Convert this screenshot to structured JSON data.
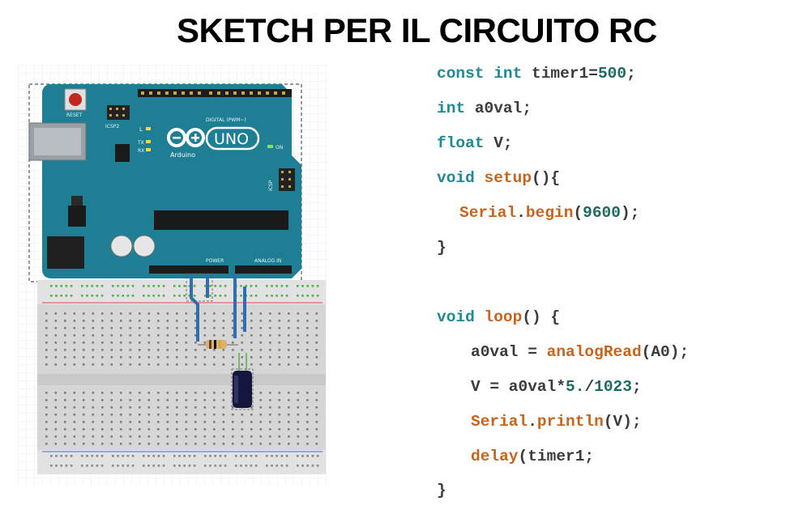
{
  "slide": {
    "title": "SKETCH PER IL CIRCUITO RC"
  },
  "figure": {
    "board": {
      "reset_label": "RESET",
      "icsp2_label": "ICSP2",
      "icsp_label": "ICSP",
      "digital_label": "DIGITAL (PWM~)",
      "l_label": "L",
      "tx_label": "TX",
      "rx_label": "RX",
      "uno_label": "UNO",
      "brand_label": "Arduino",
      "on_label": "ON",
      "power_label": "POWER",
      "analog_label": "ANALOG IN",
      "board_color": "#1d7e94",
      "breadboard_color": "#d6d6d6"
    }
  },
  "code": {
    "lines": [
      {
        "indent": 0,
        "tokens": [
          {
            "t": "const ",
            "c": "kw"
          },
          {
            "t": "int ",
            "c": "kw"
          },
          {
            "t": "timer1=",
            "c": "pl"
          },
          {
            "t": "500",
            "c": "num"
          },
          {
            "t": ";",
            "c": "pl"
          }
        ]
      },
      {
        "indent": 0,
        "tokens": [
          {
            "t": "int ",
            "c": "kw"
          },
          {
            "t": "a0val;",
            "c": "pl"
          }
        ]
      },
      {
        "indent": 0,
        "tokens": [
          {
            "t": "float ",
            "c": "kw"
          },
          {
            "t": "V;",
            "c": "pl"
          }
        ]
      },
      {
        "indent": 0,
        "tokens": [
          {
            "t": "void ",
            "c": "kw"
          },
          {
            "t": "setup",
            "c": "fn"
          },
          {
            "t": "(){",
            "c": "pl"
          }
        ]
      },
      {
        "indent": 2,
        "tokens": [
          {
            "t": "Serial",
            "c": "fn"
          },
          {
            "t": ".",
            "c": "pl"
          },
          {
            "t": "begin",
            "c": "fn"
          },
          {
            "t": "(",
            "c": "pl"
          },
          {
            "t": "9600",
            "c": "num"
          },
          {
            "t": ");",
            "c": "pl"
          }
        ]
      },
      {
        "indent": 0,
        "tokens": [
          {
            "t": "}",
            "c": "pl"
          }
        ]
      },
      {
        "indent": 0,
        "tokens": []
      },
      {
        "indent": 0,
        "tokens": [
          {
            "t": "void ",
            "c": "kw"
          },
          {
            "t": "loop",
            "c": "fn"
          },
          {
            "t": "() {",
            "c": "pl"
          }
        ]
      },
      {
        "indent": 3,
        "tokens": [
          {
            "t": "a0val = ",
            "c": "pl"
          },
          {
            "t": "analogRead",
            "c": "fn"
          },
          {
            "t": "(A0);",
            "c": "pl"
          }
        ]
      },
      {
        "indent": 3,
        "tokens": [
          {
            "t": "V = a0val*",
            "c": "pl"
          },
          {
            "t": "5.",
            "c": "num"
          },
          {
            "t": "/",
            "c": "pl"
          },
          {
            "t": "1023",
            "c": "num"
          },
          {
            "t": ";",
            "c": "pl"
          }
        ]
      },
      {
        "indent": 3,
        "tokens": [
          {
            "t": "Serial",
            "c": "fn"
          },
          {
            "t": ".",
            "c": "pl"
          },
          {
            "t": "println",
            "c": "fn"
          },
          {
            "t": "(V);",
            "c": "pl"
          }
        ]
      },
      {
        "indent": 3,
        "tokens": [
          {
            "t": "delay",
            "c": "fn"
          },
          {
            "t": "(timer1;",
            "c": "pl"
          }
        ]
      },
      {
        "indent": 0,
        "tokens": [
          {
            "t": "}",
            "c": "pl"
          }
        ]
      }
    ]
  }
}
